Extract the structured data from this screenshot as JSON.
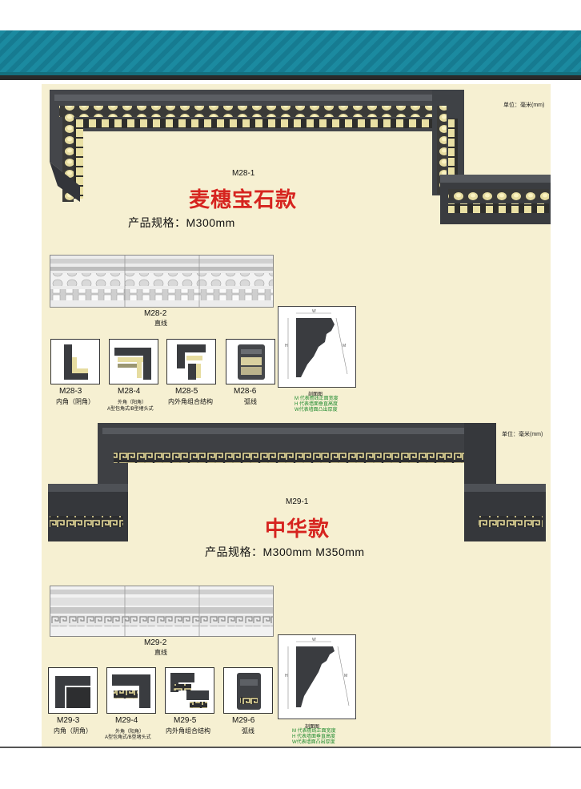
{
  "header": {
    "accent": "#1b8aa0"
  },
  "products": [
    {
      "unit": "单位：毫米(mm)",
      "code": "M28-1",
      "title": "麦穗宝石款",
      "spec": "产品规格：M300mm",
      "strip": {
        "code": "M28-2",
        "label": "直线"
      },
      "variants": [
        {
          "code": "M28-3",
          "label": "内角（阴角）"
        },
        {
          "code": "M28-4",
          "label": "外角（阳角）",
          "label2": "A型包角式/B型堵头式"
        },
        {
          "code": "M28-5",
          "label": "内外角组合结构"
        },
        {
          "code": "M28-6",
          "label": "弧线"
        }
      ],
      "section": {
        "label": "剖面图",
        "notes": [
          "M 代表檐线正面宽度",
          "H 代表墙面垂直高度",
          "W代表墙面凸出厚度"
        ],
        "dims": [
          "W",
          "H",
          "M"
        ]
      }
    },
    {
      "unit": "单位：毫米(mm)",
      "code": "M29-1",
      "title": "中华款",
      "spec": "产品规格：M300mm    M350mm",
      "strip": {
        "code": "M29-2",
        "label": "直线"
      },
      "variants": [
        {
          "code": "M29-3",
          "label": "内角（阴角）"
        },
        {
          "code": "M29-4",
          "label": "外角（阳角）",
          "label2": "A型包角式/B型堵头式"
        },
        {
          "code": "M29-5",
          "label": "内外角组合结构"
        },
        {
          "code": "M29-6",
          "label": "弧线"
        }
      ],
      "section": {
        "label": "剖面图",
        "notes": [
          "M 代表檐线正面宽度",
          "H 代表墙面垂直高度",
          "W代表墙面凸出厚度"
        ],
        "dims": [
          "W",
          "H",
          "M"
        ]
      }
    }
  ]
}
